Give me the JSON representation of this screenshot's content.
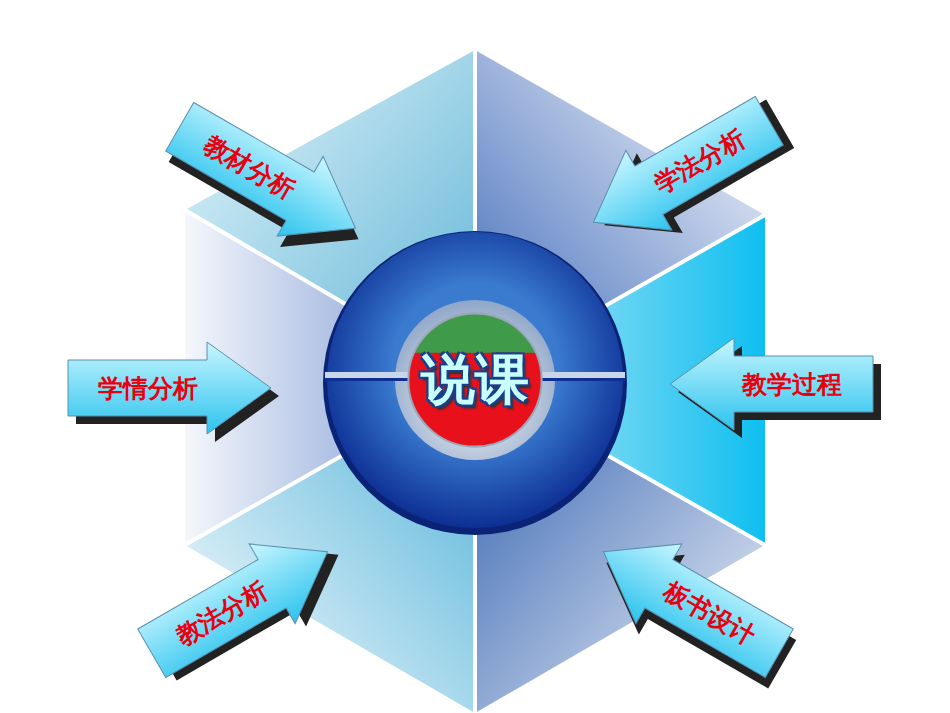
{
  "diagram": {
    "nodes": [
      {
        "text": [
          "说课"
        ]
      },
      {
        "text": [
          "教材分析"
        ]
      },
      {
        "text": [
          "学法分析"
        ]
      },
      {
        "text": [
          "学情分析"
        ]
      },
      {
        "text": [
          "教学过程"
        ]
      },
      {
        "text": [
          "教法分析"
        ]
      },
      {
        "text": [
          "板书设计"
        ]
      }
    ]
  }
}
